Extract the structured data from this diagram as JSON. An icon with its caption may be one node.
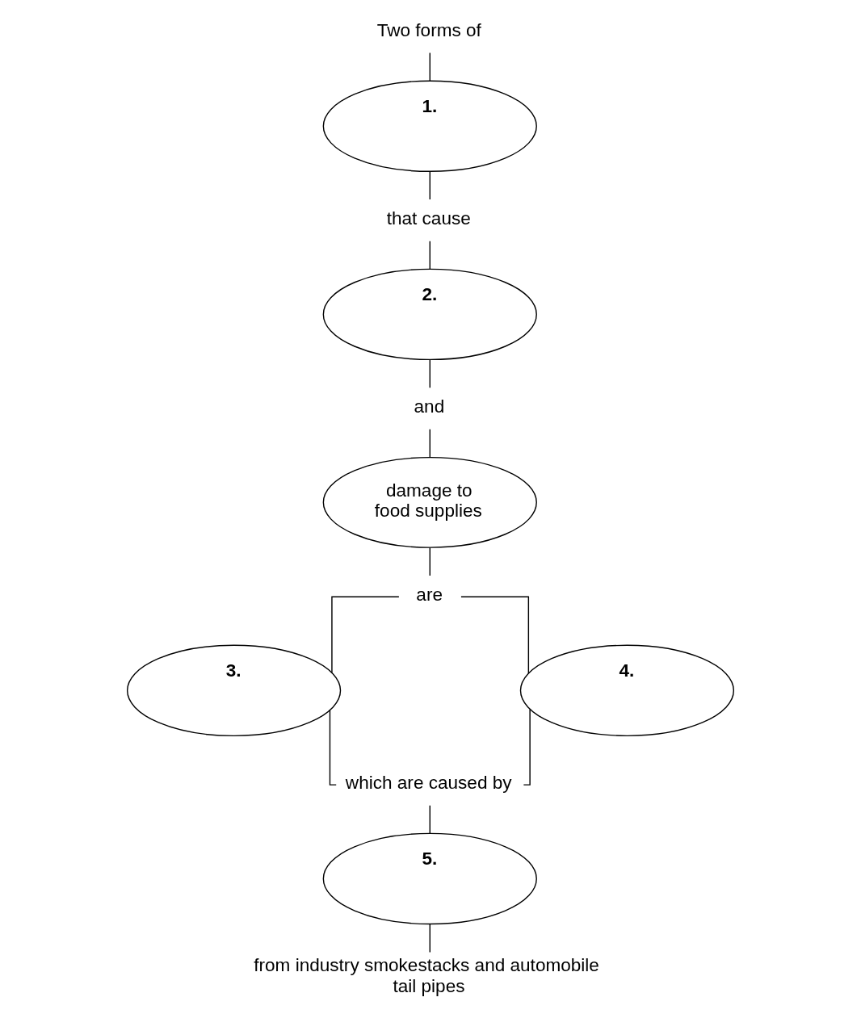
{
  "diagram": {
    "nodes": [
      {
        "text": [
          "Two forms of"
        ]
      },
      {
        "text": [
          "1."
        ]
      },
      {
        "text": [
          "that cause"
        ]
      },
      {
        "text": [
          "2."
        ]
      },
      {
        "text": [
          "and"
        ]
      },
      {
        "text": [
          "damage to food supplies"
        ]
      },
      {
        "text": [
          "are"
        ]
      },
      {
        "text": [
          "3."
        ]
      },
      {
        "text": [
          "4."
        ]
      },
      {
        "text": [
          "which are caused by"
        ]
      },
      {
        "text": [
          "5."
        ]
      },
      {
        "text": [
          "from industry smokestacks and automobile tail pipes"
        ]
      }
    ],
    "edges": [
      {
        "from": 0,
        "to": 1,
        "arrow": "none"
      },
      {
        "from": 1,
        "to": 2,
        "arrow": "none"
      },
      {
        "from": 2,
        "to": 3,
        "arrow": "none"
      },
      {
        "from": 3,
        "to": 4,
        "arrow": "none"
      },
      {
        "from": 4,
        "to": 5,
        "arrow": "none"
      },
      {
        "from": 5,
        "to": 6,
        "arrow": "none"
      },
      {
        "from": 6,
        "to": 7,
        "arrow": "none"
      },
      {
        "from": 6,
        "to": 8,
        "arrow": "none"
      },
      {
        "from": 7,
        "to": 9,
        "arrow": "none"
      },
      {
        "from": 8,
        "to": 9,
        "arrow": "none"
      },
      {
        "from": 9,
        "to": 10,
        "arrow": "none"
      },
      {
        "from": 10,
        "to": 11,
        "arrow": "none"
      }
    ]
  }
}
